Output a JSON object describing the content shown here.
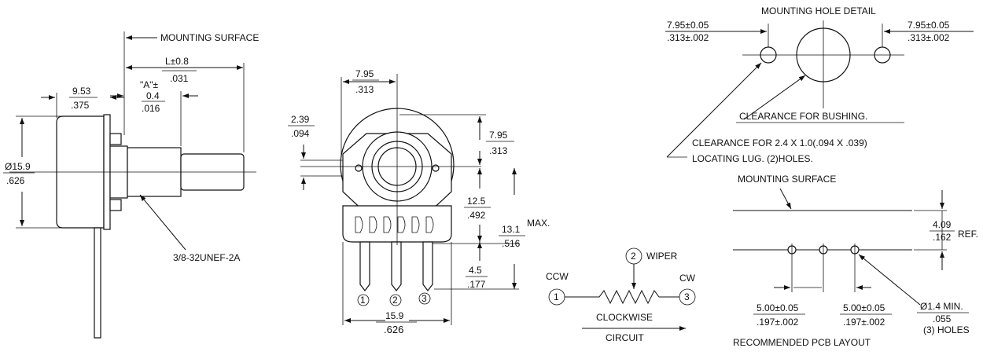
{
  "side_view": {
    "mounting_surface": "MOUNTING SURFACE",
    "length_value": "L±0.8",
    "length_inch": ".031",
    "a_label": "\"A\"±",
    "a_value": "0.4",
    "a_inch": ".016",
    "bushing_len": "9.53",
    "bushing_len_inch": ".375",
    "diameter": "Ø15.9",
    "diameter_inch": ".626",
    "thread": "3/8-32UNEF-2A"
  },
  "front_view": {
    "top_width": "7.95",
    "top_width_inch": ".313",
    "left_offset": "2.39",
    "left_offset_inch": ".094",
    "right_offset": "7.95",
    "right_offset_inch": ".313",
    "center_to_pin": "12.5",
    "center_to_pin_inch": ".492",
    "height": "13.1",
    "height_inch": ".516",
    "max_label": "MAX.",
    "pin_len": "4.5",
    "pin_len_inch": ".177",
    "body_width": "15.9",
    "body_width_inch": ".626",
    "pin_1": "1",
    "pin_2": "2",
    "pin_3": "3"
  },
  "mounting_hole": {
    "title": "MOUNTING HOLE DETAIL",
    "left_dim": "7.95±0.05",
    "left_dim_inch": ".313±.002",
    "right_dim": "7.95±0.05",
    "right_dim_inch": ".313±.002",
    "bushing_clearance": "CLEARANCE FOR BUSHING.",
    "lug_clearance_1": "CLEARANCE FOR 2.4 X 1.0(.094 X .039)",
    "lug_clearance_2": "LOCATING LUG. (2)HOLES."
  },
  "pcb_layout": {
    "mounting_surface": "MOUNTING SURFACE",
    "ref_dim": "4.09",
    "ref_dim_inch": ".162",
    "ref_label": "REF.",
    "pitch_left": "5.00±0.05",
    "pitch_left_inch": ".197±.002",
    "pitch_right": "5.00±0.05",
    "pitch_right_inch": ".197±.002",
    "hole_dia": "Ø1.4 MIN.",
    "hole_dia_inch": ".055",
    "hole_count": "(3) HOLES",
    "title": "RECOMMENDED PCB LAYOUT"
  },
  "circuit": {
    "ccw": "CCW",
    "cw": "CW",
    "wiper_label": "WIPER",
    "node_1": "1",
    "node_2": "2",
    "node_3": "3",
    "clockwise": "CLOCKWISE",
    "circuit_label": "CIRCUIT"
  }
}
